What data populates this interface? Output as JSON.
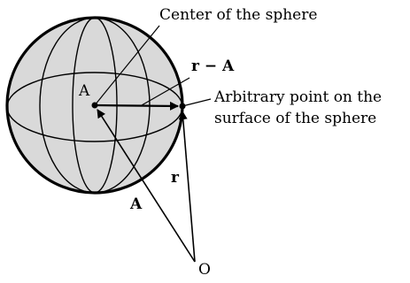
{
  "diagram": {
    "labels": {
      "center_caption": "Center of the sphere",
      "point_caption_line1": "Arbitrary point on the",
      "point_caption_line2": "surface of the sphere",
      "r_minus_A": "r − A",
      "point_A": "A",
      "vector_A": "A",
      "vector_r": "r",
      "origin": "O"
    },
    "colors": {
      "sphere_fill": "#d9d9d9",
      "stroke": "#000000"
    }
  }
}
